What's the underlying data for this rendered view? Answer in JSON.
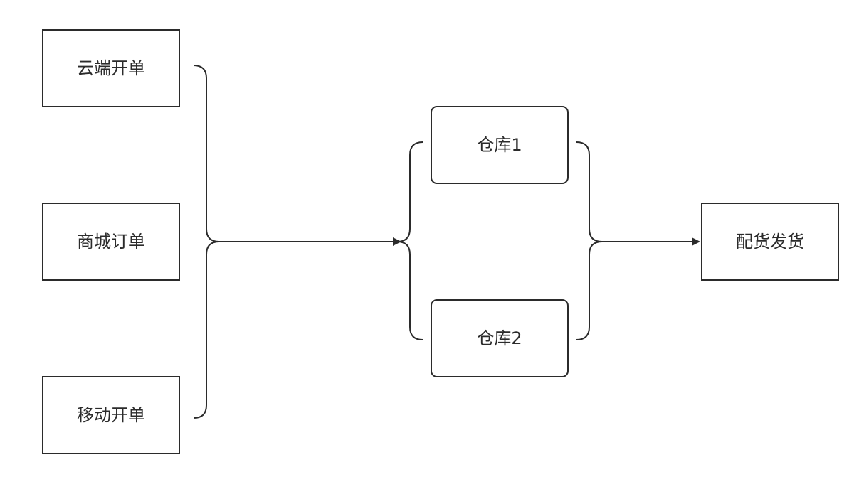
{
  "diagram": {
    "sources": [
      {
        "label": "云端开单"
      },
      {
        "label": "商城订单"
      },
      {
        "label": "移动开单"
      }
    ],
    "warehouses": [
      {
        "label": "仓库1"
      },
      {
        "label": "仓库2"
      }
    ],
    "target": {
      "label": "配货发货"
    }
  },
  "colors": {
    "stroke": "#2b2b2b",
    "background": "#ffffff",
    "text": "#2b2b2b"
  }
}
